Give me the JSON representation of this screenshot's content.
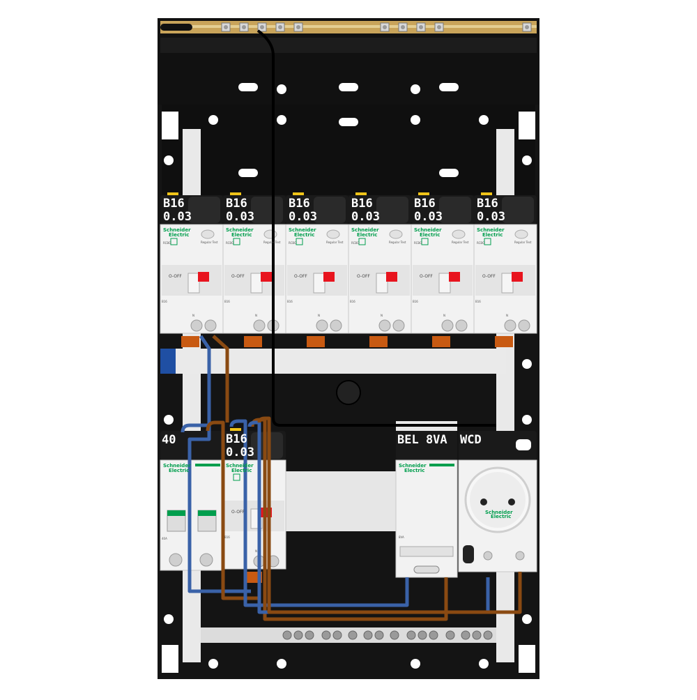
{
  "panel": {
    "breakers_top": [
      {
        "rating": "B16",
        "sensitivity": "0.03",
        "brand": "Schneider",
        "brand_sub": "Electric",
        "model": "RCBO",
        "switch_text": "O-OFF",
        "curve": "B16",
        "test_label": "Regular Test"
      },
      {
        "rating": "B16",
        "sensitivity": "0.03",
        "brand": "Schneider",
        "brand_sub": "Electric",
        "model": "RCBO",
        "switch_text": "O-OFF",
        "curve": "B16",
        "test_label": "Regular Test"
      },
      {
        "rating": "B16",
        "sensitivity": "0.03",
        "brand": "Schneider",
        "brand_sub": "Electric",
        "model": "RCBO",
        "switch_text": "O-OFF",
        "curve": "B16",
        "test_label": "Regular Test"
      },
      {
        "rating": "B16",
        "sensitivity": "0.03",
        "brand": "Schneider",
        "brand_sub": "Electric",
        "model": "RCBO",
        "switch_text": "O-OFF",
        "curve": "B16",
        "test_label": "Regular Test"
      },
      {
        "rating": "B16",
        "sensitivity": "0.03",
        "brand": "Schneider",
        "brand_sub": "Electric",
        "model": "RCBO",
        "switch_text": "O-OFF",
        "curve": "B16",
        "test_label": "Regular Test"
      },
      {
        "rating": "B16",
        "sensitivity": "0.03",
        "brand": "Schneider",
        "brand_sub": "Electric",
        "model": "RCBO",
        "switch_text": "O-OFF",
        "curve": "B16",
        "test_label": "Regular Test"
      }
    ],
    "main_switch": {
      "label": "40",
      "brand": "Schneider",
      "brand_sub": "Electric",
      "rating_text": "40A"
    },
    "breaker_bottom": {
      "rating": "B16",
      "sensitivity": "0.03",
      "brand": "Schneider",
      "brand_sub": "Electric",
      "switch_text": "O-OFF",
      "curve": "B16"
    },
    "bell_transformer": {
      "label": "BEL 8VA",
      "brand": "Schneider",
      "brand_sub": "Electric",
      "rating_text": "8VA"
    },
    "socket": {
      "label": "WCD",
      "brand": "Schneider",
      "brand_sub": "Electric"
    },
    "colors": {
      "enclosure": "#141414",
      "busbar": "#c9a45a",
      "neutral_wire": "#3a62a8",
      "phase_wire": "#8a4a12",
      "module": "#f2f2f2",
      "brand_green": "#009e4d",
      "trip_red": "#e8141e"
    }
  }
}
